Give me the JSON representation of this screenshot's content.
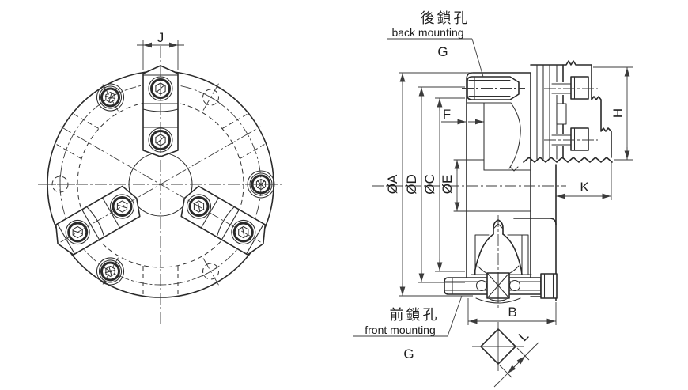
{
  "front_view": {
    "dim_j": "J"
  },
  "section_view": {
    "dia_a": "ØA",
    "dia_d": "ØD",
    "dia_c": "ØC",
    "dia_e": "ØE",
    "dim_f": "F",
    "dim_h": "H",
    "dim_k": "K",
    "dim_b": "B",
    "back_mounting_cn": "後鎖孔",
    "back_mounting_en": "back mounting",
    "back_mounting_thread": "G",
    "front_mounting_cn": "前鎖孔",
    "front_mounting_en": "front mounting",
    "front_mounting_thread": "G"
  },
  "detail_view": {
    "dim_l": "L"
  },
  "colors": {
    "line": "#2a2a2a",
    "thin_line": "#3b3b3b",
    "background": "#ffffff"
  }
}
